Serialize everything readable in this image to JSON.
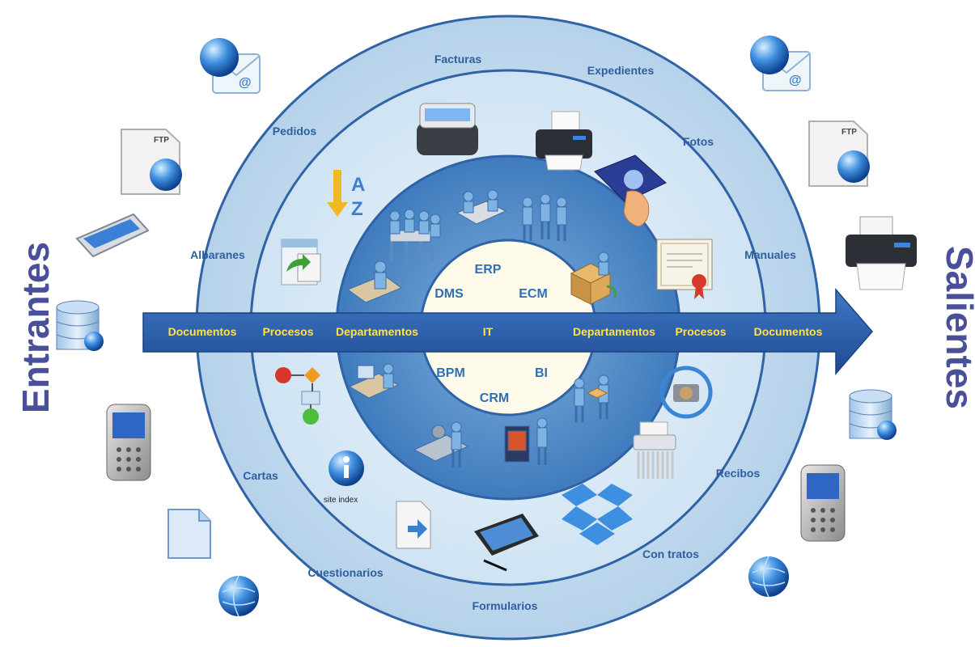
{
  "side_labels": {
    "left": "Entrantes",
    "right": "Salientes"
  },
  "outer_ring": [
    "Facturas",
    "Expedientes",
    "Fotos",
    "Manuales",
    "Recibos",
    "Con tratos",
    "Formularios",
    "Cuestionarios",
    "Cartas",
    "Albaranes",
    "Pedidos"
  ],
  "core": [
    "ERP",
    "DMS",
    "ECM",
    "BPM",
    "BI",
    "CRM"
  ],
  "arrow": {
    "left": [
      "Documentos",
      "Procesos",
      "Departamentos"
    ],
    "center": "IT",
    "right": [
      "Departamentos",
      "Procesos",
      "Documentos"
    ]
  },
  "icon_text": {
    "ftp": "FTP",
    "at": "@",
    "site_index": "site index",
    "az_a": "A",
    "az_z": "Z"
  },
  "icons": [
    "email-icon",
    "ftp-icon",
    "scanner-icon",
    "database-icon",
    "mobile-phone-icon",
    "document-icon",
    "globe-icon",
    "printer-icon",
    "certificate-icon",
    "backup-icon",
    "shredder-icon",
    "tablet-icon",
    "dropbox-icon",
    "fingerprint-icon",
    "people-icon",
    "sort-icon",
    "workflow-icon",
    "info-icon"
  ],
  "colors": {
    "outer_ring": "#bcd6ec",
    "middle_ring": "#d6e7f5",
    "inner_ring": "#4a86c5",
    "core": "#fffbea",
    "arrow": "#2d5ea9",
    "arrow_text": "#ffe34d",
    "ring_text": "#2f5f9e",
    "side_text": "#4a4f9a"
  }
}
